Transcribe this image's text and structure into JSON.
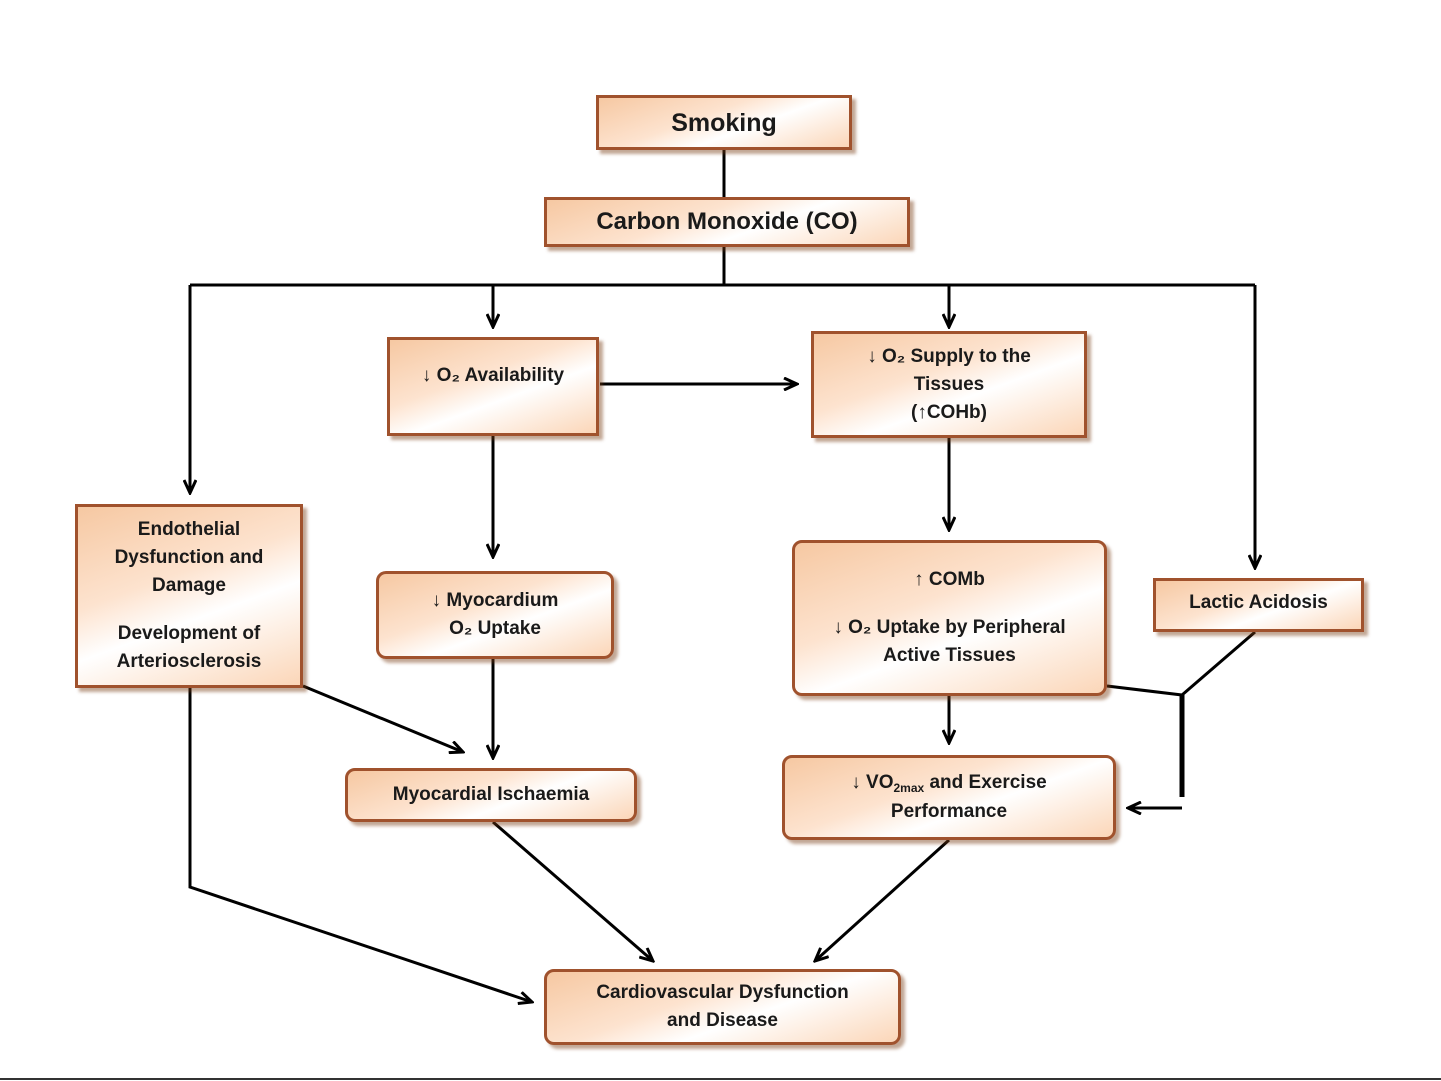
{
  "nodes": {
    "smoking": {
      "label": "Smoking"
    },
    "co": {
      "label": "Carbon Monoxide (CO)"
    },
    "o2_availability": {
      "label": "↓ O₂ Availability"
    },
    "o2_supply": {
      "line1": "↓ O₂ Supply to the",
      "line2": "Tissues",
      "line3": "(↑COHb)"
    },
    "endothelial": {
      "line1": "Endothelial",
      "line2": "Dysfunction and",
      "line3": "Damage",
      "line4": "Development of",
      "line5": "Arteriosclerosis"
    },
    "myocardium": {
      "line1": "↓ Myocardium",
      "line2": "O₂ Uptake"
    },
    "comb": {
      "line1": "↑ COMb",
      "line2": "↓ O₂ Uptake by Peripheral",
      "line3": "Active Tissues"
    },
    "lactic": {
      "label": "Lactic Acidosis"
    },
    "ischaemia": {
      "label": "Myocardial Ischaemia"
    },
    "vo2max": {
      "prefix": "↓ VO",
      "subscript": "2max",
      "suffix": " and Exercise",
      "line2": "Performance"
    },
    "cvd": {
      "line1": "Cardiovascular Dysfunction",
      "line2": "and Disease"
    }
  },
  "colors": {
    "box_border": "#a0522d",
    "box_fill_dark": "#f6c8a2",
    "box_fill_light": "#fde3cf",
    "connector": "#000000"
  }
}
